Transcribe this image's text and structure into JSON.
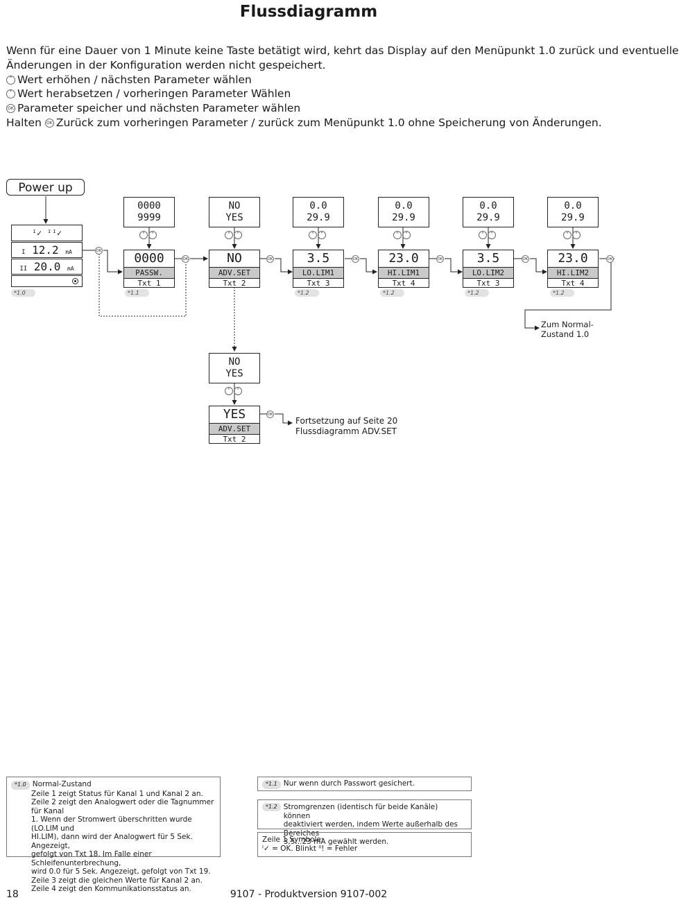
{
  "title": "Flussdiagramm",
  "intro": {
    "line1": "Wenn für eine Dauer von 1 Minute keine Taste betätigt wird, kehrt das Display auf den Menüpunkt 1.0 zurück und eventuelle",
    "line2": "Änderungen in der Konfiguration werden nicht gespeichert.",
    "line3": "Wert erhöhen / nächsten Parameter wählen",
    "line4": "Wert herabsetzen / vorheringen Parameter Wählen",
    "line5": "Parameter speicher und nächsten Parameter wählen",
    "line6a": "Halten",
    "line6b": "Zurück zum vorheringen Parameter / zurück zum Menüpunkt 1.0 ohne Speicherung von Änderungen."
  },
  "icons": {
    "up": "up-key-icon",
    "down": "down-key-icon",
    "ok": "ok-key-icon"
  },
  "power_up": "Power up",
  "normal_display": {
    "row1": "ᴵ✓ ᴵᴵ✓",
    "row2_ch": "I",
    "row2_val": "12.2",
    "row2_unit": "mA",
    "row3_ch": "II",
    "row3_val": "20.0",
    "row3_unit": "mA",
    "row4_icon": "communication-dot-icon",
    "ref": "*1.0"
  },
  "ok_label": "OK",
  "steps": [
    {
      "top1": "0000",
      "top2": "9999",
      "value": "0000",
      "name": "PASSW.",
      "txt": "Txt 1",
      "ref": "*1.1"
    },
    {
      "top1": "NO",
      "top2": "YES",
      "value": "NO",
      "name": "ADV.SET",
      "txt": "Txt 2",
      "ref": ""
    },
    {
      "top1": "0.0",
      "top2": "29.9",
      "value": "3.5",
      "name": "LO.LIM1",
      "txt": "Txt 3",
      "ref": "*1.2"
    },
    {
      "top1": "0.0",
      "top2": "29.9",
      "value": "23.0",
      "name": "HI.LIM1",
      "txt": "Txt 4",
      "ref": "*1.2"
    },
    {
      "top1": "0.0",
      "top2": "29.9",
      "value": "3.5",
      "name": "LO.LIM2",
      "txt": "Txt 3",
      "ref": "*1.2"
    },
    {
      "top1": "0.0",
      "top2": "29.9",
      "value": "23.0",
      "name": "HI.LIM2",
      "txt": "Txt 4",
      "ref": "*1.2"
    }
  ],
  "adv_branch": {
    "top1": "NO",
    "top2": "YES",
    "value": "YES",
    "name": "ADV.SET",
    "txt": "Txt 2"
  },
  "to_normal": {
    "line1": "Zum Normal-",
    "line2": "Zustand 1.0"
  },
  "continuation": {
    "line1": "Fortsetzung auf Seite 20",
    "line2": "Flussdiagramm ADV.SET"
  },
  "notes": {
    "n10": {
      "tag": "*1.0",
      "head": "Normal-Zustand",
      "lines": [
        "Zeile 1 zeigt Status für Kanal 1 und Kanal 2 an.",
        "Zeile 2 zeigt den Analogwert oder die Tagnummer für Kanal",
        "1. Wenn der Stromwert überschritten wurde (LO.LIM und",
        "HI.LIM), dann wird der Analogwert für 5 Sek. Angezeigt,",
        "gefolgt von Txt 18. Im Falle einer Schleifenunterbrechung,",
        "wird 0.0 für 5 Sek. Angezeigt, gefolgt von Txt 19.",
        "Zeile 3 zeigt die gleichen Werte für Kanal 2 an.",
        "Zeile 4 zeigt den Kommunikationsstatus an."
      ]
    },
    "n11": {
      "tag": "*1.1",
      "text": "Nur wenn durch Passwort gesichert."
    },
    "n12": {
      "tag": "*1.2",
      "lines": [
        "Stromgrenzen (identisch für beide Kanäle) können",
        "deaktiviert werden, indem Werte außerhalb des Bereiches",
        "3,5...23 mA gewählt werden."
      ]
    },
    "symbols": {
      "head": "Zeile 1 Symbole:",
      "ok_sym": "ᴵ✓",
      "ok_text": "= OK. Blinkt",
      "err_sym": "ᴵᴵ!",
      "err_text": "= Fehler"
    }
  },
  "footer": {
    "page": "18",
    "product": "9107 - Produktversion 9107-002"
  }
}
